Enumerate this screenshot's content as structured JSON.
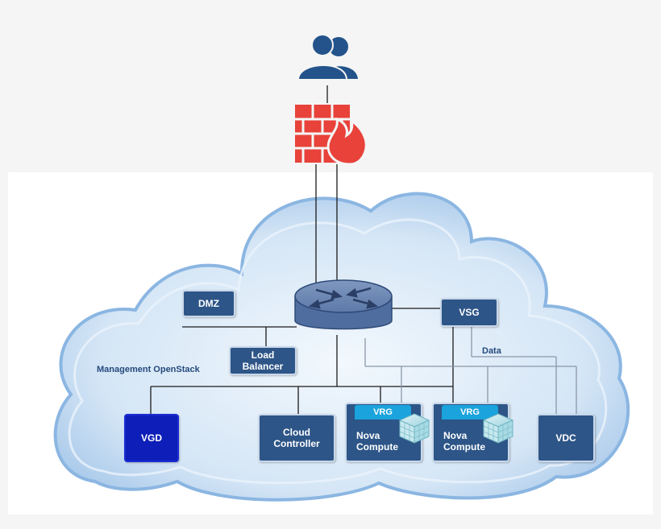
{
  "nodes": {
    "dmz": "DMZ",
    "vsg": "VSG",
    "load_balancer": "Load\nBalancer",
    "vgd": "VGD",
    "cloud_controller": "Cloud\nController",
    "nova_compute_1": "Nova\nCompute",
    "nova_compute_2": "Nova\nCompute",
    "vdc": "VDC"
  },
  "tags": {
    "vrg_1": "VRG",
    "vrg_2": "VRG"
  },
  "labels": {
    "management": "Management OpenStack",
    "data": "Data"
  },
  "icons": {
    "users": "users-icon",
    "firewall": "firewall-icon",
    "router": "router-icon",
    "cube_1": "cube-icon",
    "cube_2": "cube-icon"
  },
  "colors": {
    "cloud_fill": "#c6ddf3",
    "node_fill": "#2d5587",
    "vgd_fill": "#0d1fb8",
    "vrg_fill": "#1aa3dc",
    "firewall": "#e8423a",
    "users": "#23538a"
  }
}
